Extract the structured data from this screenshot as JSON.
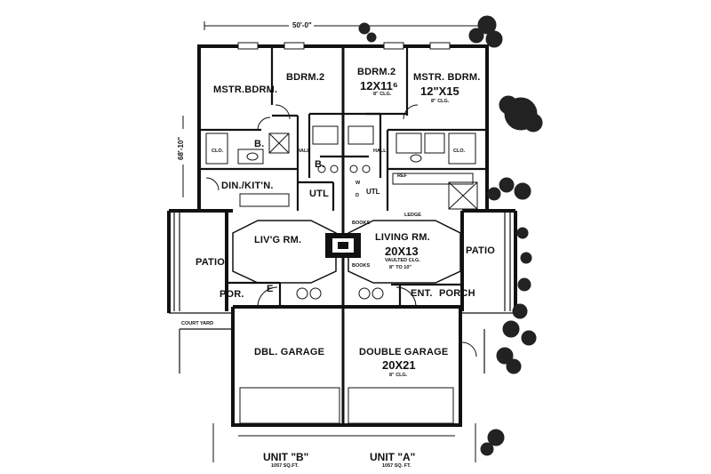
{
  "overall": {
    "width": "50'-0\"",
    "depth": "68'-10\""
  },
  "unit_b": {
    "master_bedroom": "MSTR.BDRM.",
    "bedroom2": "BDRM.2",
    "bath": "B.",
    "closet": "CLO.",
    "hall": "HALL",
    "bath2": "B.",
    "dining_kitchen": "DIN./KIT'N.",
    "utility": "UTL",
    "living": "LIV'G RM.",
    "patio": "PATIO",
    "porch": "POR.",
    "entry": "E",
    "court_yard": "COURT YARD",
    "garage": "DBL. GARAGE",
    "unit_label": "UNIT \"B\"",
    "area": "1057 SQ.FT."
  },
  "unit_a": {
    "bedroom2": "BDRM.2",
    "bedroom2_dim": "12X11⁶",
    "bedroom2_ceiling": "8\" CLG.",
    "master_bedroom": "MSTR. BDRM.",
    "master_bedroom_dim": "12\"X15",
    "master_ceiling": "8\" CLG.",
    "closet": "CLO.",
    "hall": "HALL",
    "washer": "W",
    "dryer": "D",
    "utility": "UTL",
    "ref": "REF",
    "ledge": "LEDGE",
    "books_top": "BOOKS",
    "books_bottom": "BOOKS",
    "living": "LIVING RM.",
    "living_dim": "20X13",
    "living_ceiling": "VAULTED CLG.",
    "living_ceiling_range": "8\" TO 10\"",
    "patio": "PATIO",
    "entry": "ENT.",
    "porch": "PORCH",
    "garage": "DOUBLE GARAGE",
    "garage_dim": "20X21",
    "garage_ceiling": "8\" CLG.",
    "unit_label": "UNIT \"A\"",
    "area": "1057 SQ. FT."
  },
  "colors": {
    "ink": "#111111",
    "paper": "#ffffff",
    "tree": "#222222"
  }
}
